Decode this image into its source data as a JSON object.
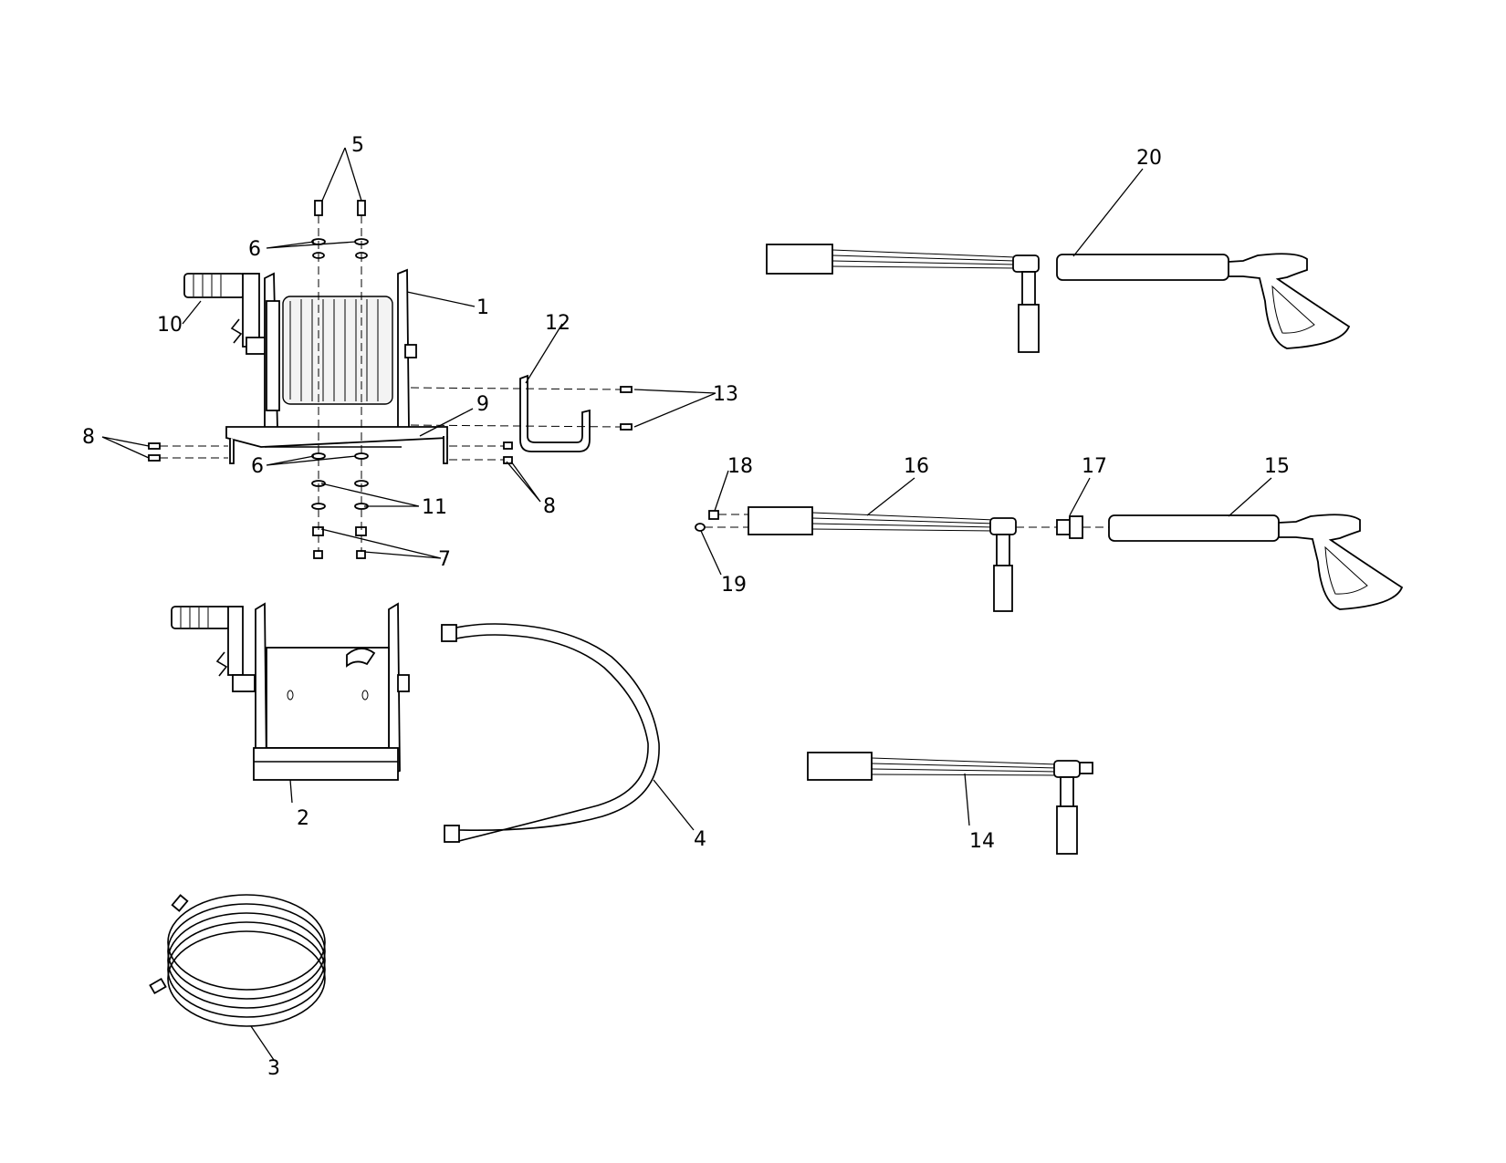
{
  "callouts": {
    "c1": "1",
    "c2": "2",
    "c3": "3",
    "c4": "4",
    "c5": "5",
    "c6a": "6",
    "c6b": "6",
    "c7": "7",
    "c8a": "8",
    "c8b": "8",
    "c9": "9",
    "c10": "10",
    "c11": "11",
    "c12": "12",
    "c13": "13",
    "c14": "14",
    "c15": "15",
    "c16": "16",
    "c17": "17",
    "c18": "18",
    "c19": "19",
    "c20": "20"
  },
  "icons": {
    "hose_reel_assembly": "hose-reel-assembly-icon",
    "reel_frame": "reel-frame-icon",
    "coiled_hose": "coiled-hose-icon",
    "connector_hose": "connector-hose-icon",
    "wall_bracket": "wall-bracket-icon",
    "spray_gun_assembly": "spray-gun-assembly-icon",
    "spray_gun": "spray-gun-icon",
    "lance": "lance-icon",
    "short_lance": "short-lance-icon"
  }
}
